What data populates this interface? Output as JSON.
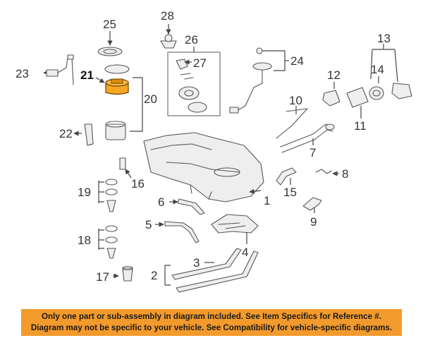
{
  "callouts": {
    "c1": "1",
    "c2": "2",
    "c3": "3",
    "c4": "4",
    "c5": "5",
    "c6": "6",
    "c7": "7",
    "c8": "8",
    "c9": "9",
    "c10": "10",
    "c11": "11",
    "c12": "12",
    "c13": "13",
    "c14": "14",
    "c15": "15",
    "c16": "16",
    "c17": "17",
    "c18": "18",
    "c19": "19",
    "c20": "20",
    "c21": "21",
    "c22": "22",
    "c23": "23",
    "c24": "24",
    "c25": "25",
    "c26": "26",
    "c27": "27",
    "c28": "28"
  },
  "highlighted_part": "21",
  "colors": {
    "highlight": "#f5a623",
    "notice_background": "#f39a2c",
    "line_art": "#555555"
  },
  "notice": {
    "line1": "Only one part or sub-assembly in diagram included. See Item Specifics for Reference #.",
    "line2": "Diagram may not be specific to your vehicle. See Compatibility for vehicle-specific diagrams."
  }
}
